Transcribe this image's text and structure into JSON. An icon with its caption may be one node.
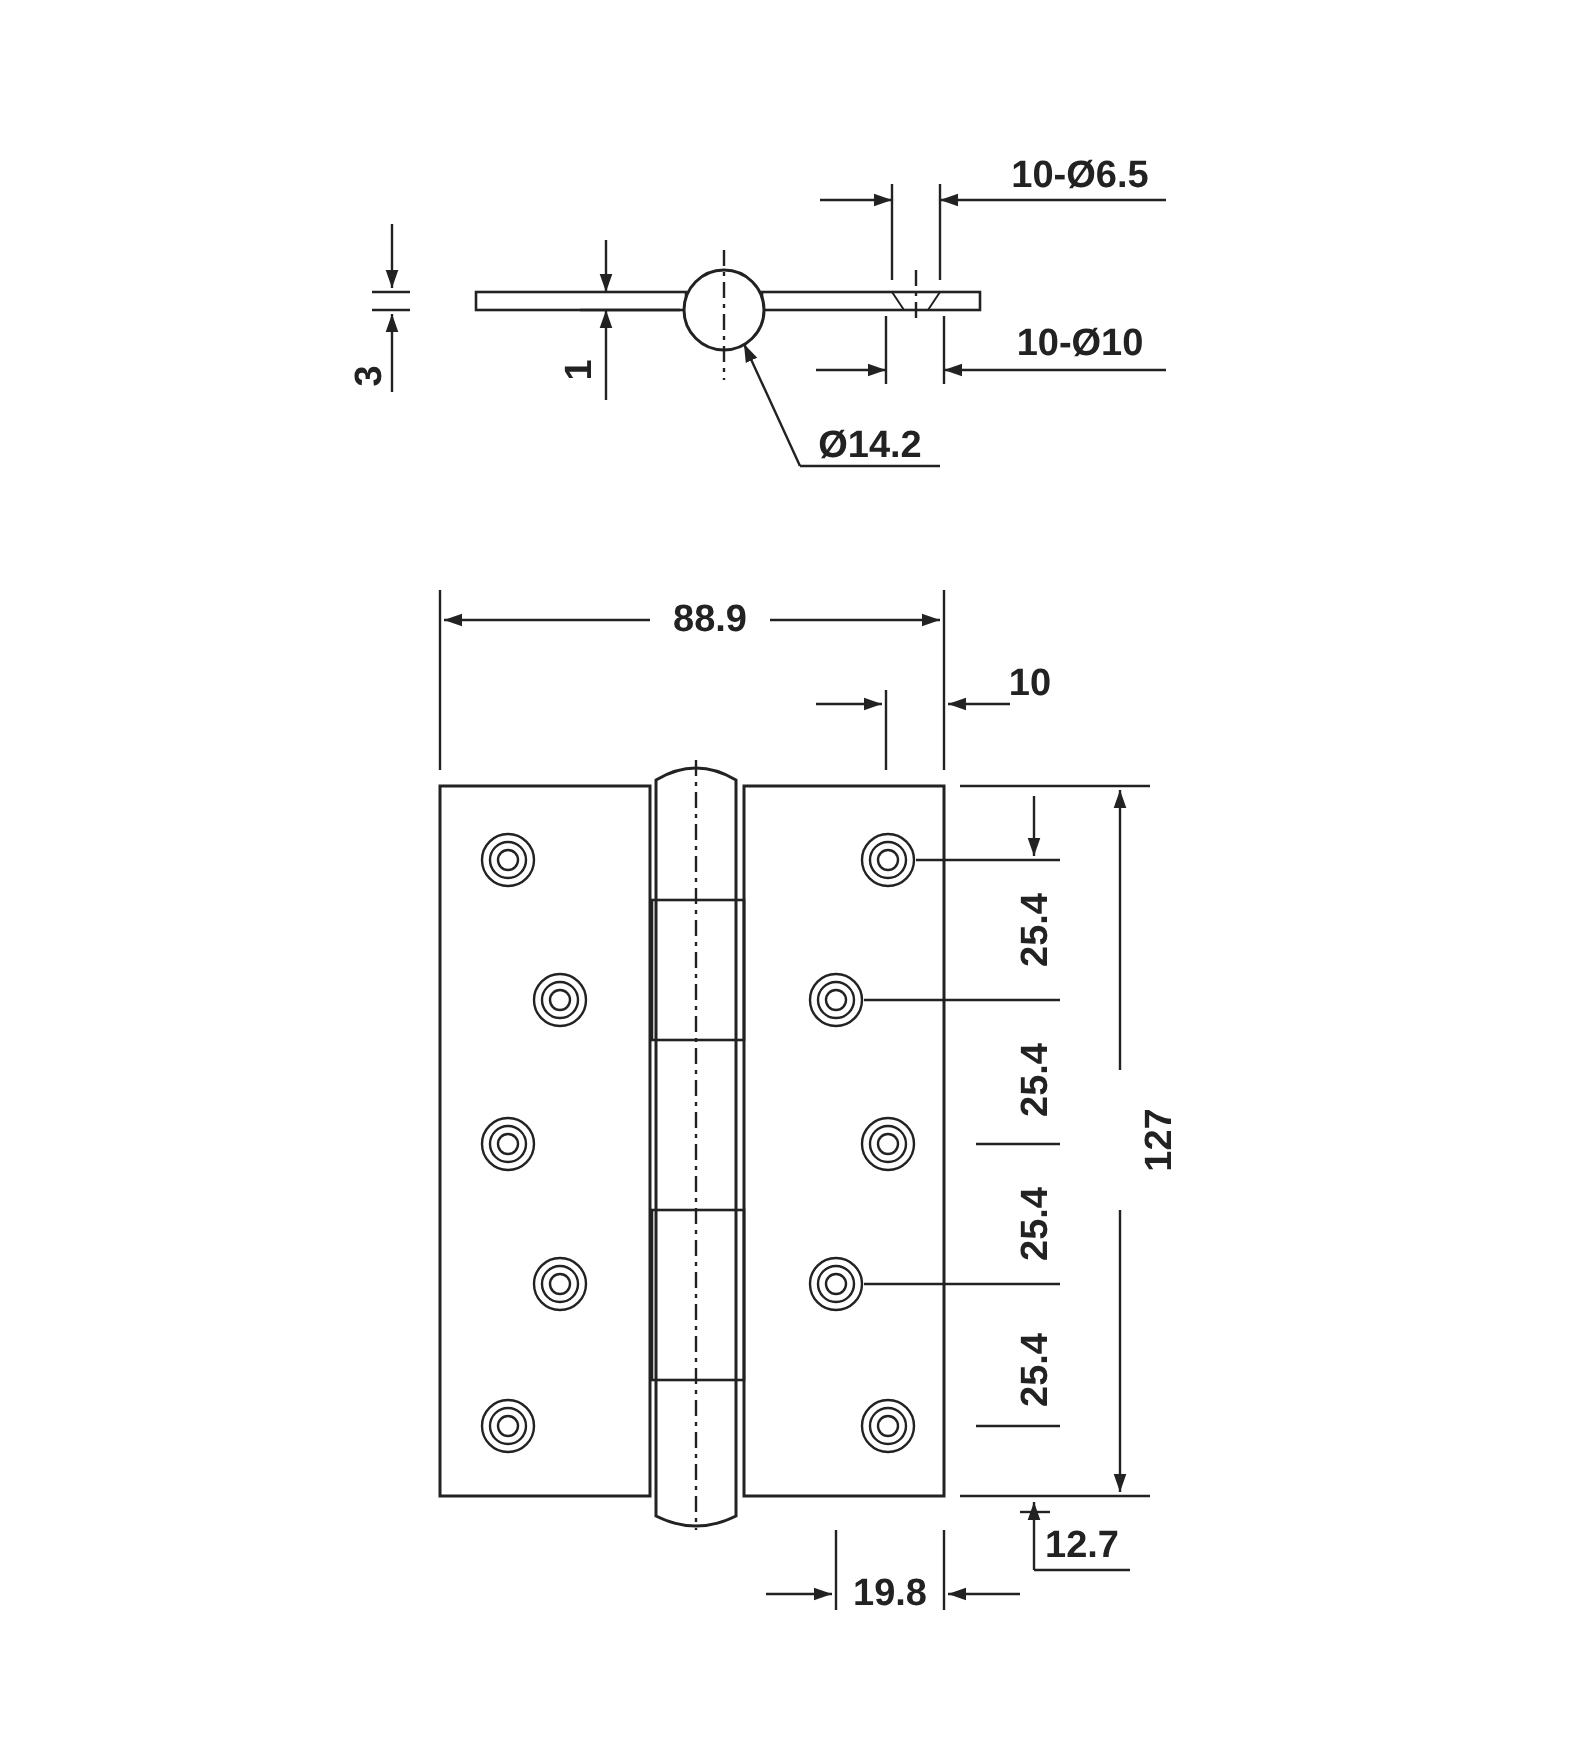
{
  "diagram": {
    "labels": [
      "10-Ø6.5",
      "3",
      "1",
      "10-Ø10",
      "Ø14.2",
      "88.9",
      "10",
      "25.4",
      "25.4",
      "127",
      "25.4",
      "25.4",
      "12.7",
      "19.8"
    ]
  }
}
